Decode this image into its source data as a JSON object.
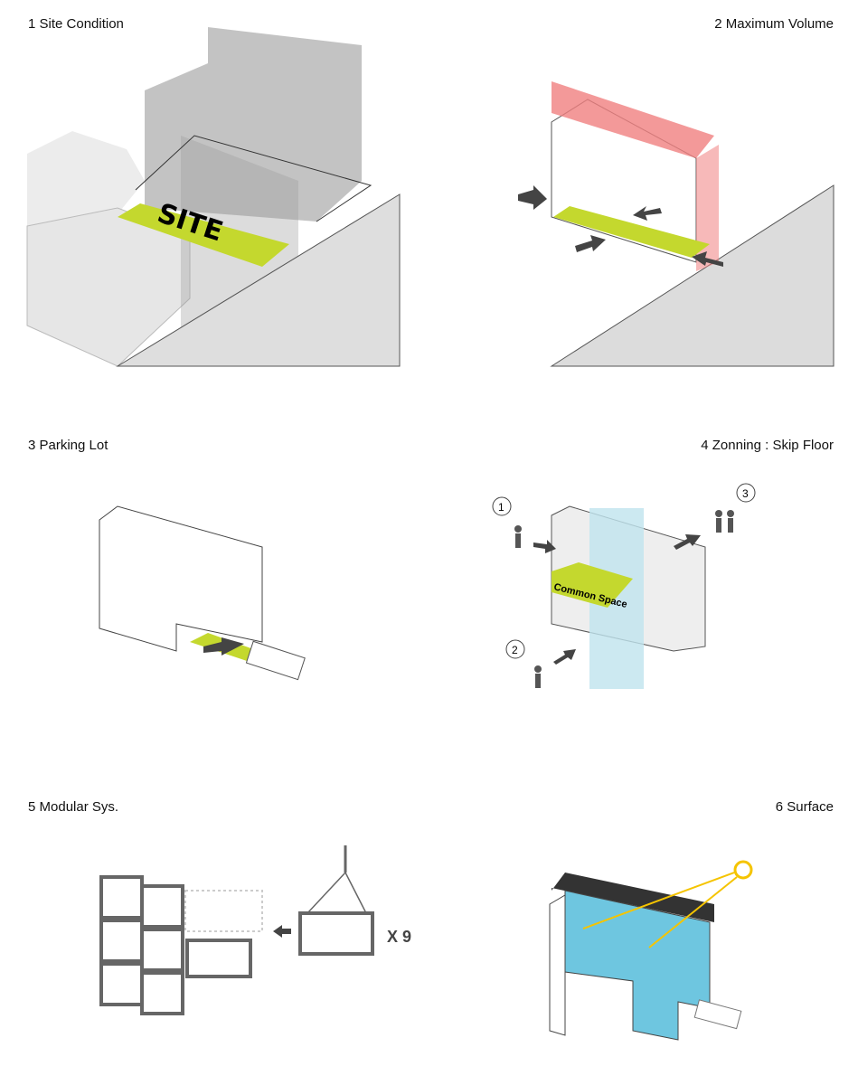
{
  "panels": [
    {
      "title": "1 Site Condition",
      "tag": "SITE"
    },
    {
      "title": "2 Maximum Volume"
    },
    {
      "title": "3 Parking Lot"
    },
    {
      "title": "4 Zonning : Skip Floor",
      "tag": "Common Space",
      "markers": [
        "1",
        "2",
        "3"
      ]
    },
    {
      "title": "5 Modular Sys.",
      "count": "X 9"
    },
    {
      "title": "6 Surface"
    }
  ],
  "colors": {
    "site_green": "#c4d82e",
    "max_volume_red": "#f08080",
    "circulation_blue": "#bfe3ee",
    "surface_blue": "#6ec6e0",
    "sun": "#f5c400"
  }
}
